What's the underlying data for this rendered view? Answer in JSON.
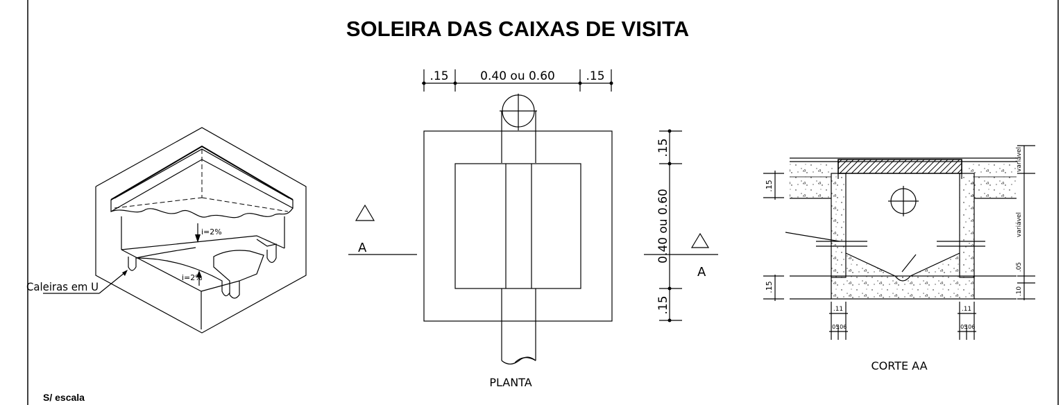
{
  "title": "SOLEIRA DAS CAIXAS DE VISITA",
  "scale_note": "S/ escala",
  "isometric": {
    "callout": "Caleiras em U",
    "slope_top": "i=2%",
    "slope_bottom": "i=2%"
  },
  "planta": {
    "label": "PLANTA",
    "dim_left": ".15",
    "dim_mid": "0.40 ou 0.60",
    "dim_right": ".15",
    "vdim_top": ".15",
    "vdim_mid": "0.40 ou 0.60",
    "vdim_bottom": ".15",
    "section_left": "A",
    "section_right": "A"
  },
  "corte": {
    "label": "CORTE AA",
    "dim_left_top": ".15",
    "dim_left_bottom": ".15",
    "dim_right_top": "variável",
    "dim_right_mid": "variável",
    "dim_right_05": ".05",
    "dim_right_10": ".10",
    "dim_b_left_11": ".11",
    "dim_b_left_05": ".05",
    "dim_b_left_06": ".06",
    "dim_b_right_11": ".11",
    "dim_b_right_05": ".05",
    "dim_b_right_06": ".06"
  }
}
